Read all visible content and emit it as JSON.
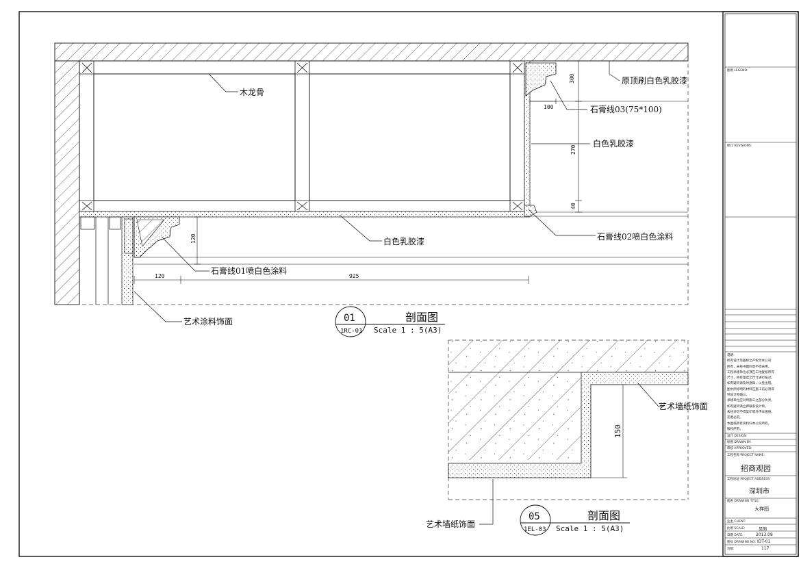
{
  "detail01": {
    "labels": {
      "wood_keel": "木龙骨",
      "ceiling_paint": "原顶刷白色乳胶漆",
      "plaster03": "石膏线03(75*100)",
      "white_latex_right": "白色乳胶漆",
      "white_latex_bottom": "白色乳胶漆",
      "plaster02": "石膏线02喷白色涂料",
      "plaster01": "石膏线01喷白色涂料",
      "art_coating": "艺术涂料饰面"
    },
    "dims": {
      "d300": "300",
      "d100": "100",
      "d270": "270",
      "d40": "40",
      "d120v": "120",
      "d120h": "120",
      "d925": "925"
    },
    "title": {
      "num": "01",
      "ref": "1RC-01",
      "name": "剖面图",
      "scale": "Scale 1 : 5(A3)"
    }
  },
  "detail05": {
    "labels": {
      "wallpaper_right": "艺术墙纸饰面",
      "wallpaper_left": "艺术墙纸饰面"
    },
    "dims": {
      "d150": "150"
    },
    "title": {
      "num": "05",
      "ref": "1EL-03",
      "name": "剖面图",
      "scale": "Scale 1 : 5(A3)"
    }
  },
  "title_block": {
    "legend": "图例 LEGEND:",
    "revisions": "修订 REVISIONS:",
    "notes_title": "说明:",
    "notes": [
      "所有设计及图样之产权为本公司",
      "所有，未经书面同意不得采用。",
      "工程承建单位必须在工地复核所有",
      "尺寸，所有量度之尺寸进行核对。",
      "如有疑问请及时通知，以免出错。",
      "图中所标明的材料在施工前必须得",
      "到设计师确认。",
      "承建单位应对所施工之部分负责，",
      "如有疑问请立即联系设计师。",
      "未经许可不得复印或外传本图纸，",
      "违者必究。",
      "本图纸所有资料归本公司所有，",
      "版权所有。"
    ],
    "design": "设计 DESIGN:",
    "drawn_by": "绘图 DRAWN BY:",
    "approved": "审核 APPROVED:",
    "project_name_label": "工程名称 PROJECT NAME:",
    "project_name": "招商观园",
    "project_address_label": "工程地址 PROJECT ADDRESS:",
    "project_address": "深圳市",
    "drawing_title_label": "图名 DRAWING TITLE:",
    "drawing_title": "大样图",
    "client_label": "业主 CLIENT:",
    "scale_label": "比例 SCALE:",
    "scale_value": "见图",
    "date_label": "日期 DATE:",
    "date_value": "2013.08",
    "drawing_no_label": "图号 DRAWING NO:",
    "drawing_no_value": "IDT-01",
    "page_label": "页数:",
    "page_value": "117"
  }
}
